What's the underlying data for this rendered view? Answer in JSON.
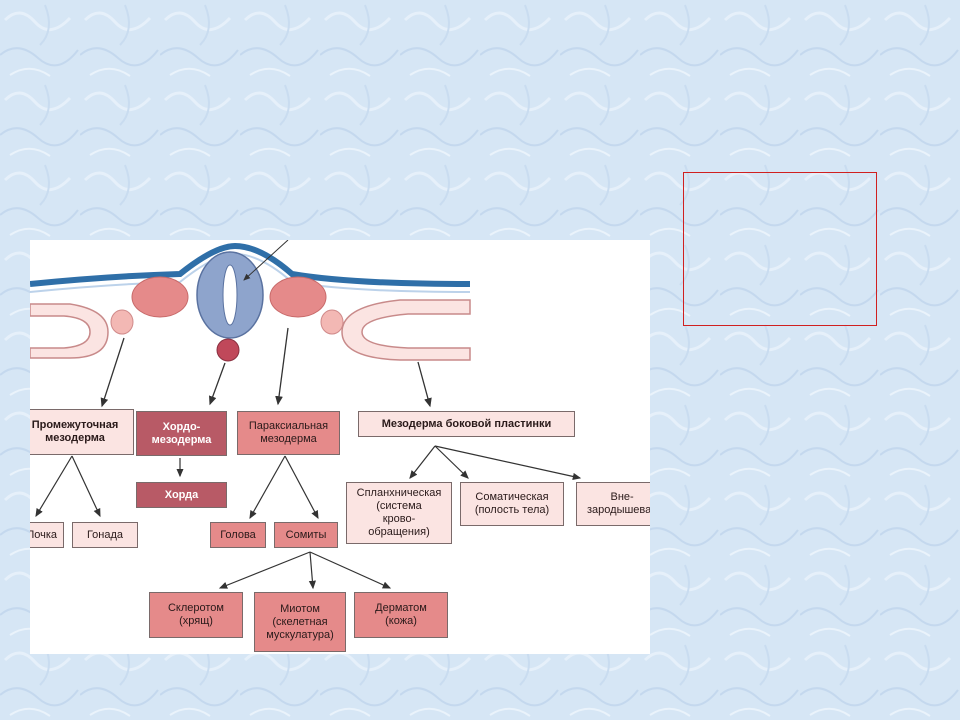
{
  "boxes": {
    "intermediate": "Промежуточная\nмезодерма",
    "chordo": "Хордо-\nмезодерма",
    "paraxial": "Параксиальная\nмезодерма",
    "lateral": "Мезодерма боковой пластинки",
    "kidney": "Почка",
    "gonad": "Гонада",
    "notochord": "Хорда",
    "head": "Голова",
    "somites": "Сомиты",
    "splanchnic": "Спланхническая\n(система\nкрово-\nобращения)",
    "somatic": "Соматическая\n(полость тела)",
    "extra": "Вне-\nзародышевая",
    "sclerotome": "Склеротом\n(хрящ)",
    "myotome": "Миотом\n(скелетная\nмускулатура)",
    "dermatome": "Дерматом\n(кожа)"
  },
  "colors": {
    "dark_box": "#b85a66",
    "mid_box": "#e58a8a",
    "light_box": "#fbe4e2",
    "neural_tube": "#8ea4cc",
    "ectoderm_line": "#2f6fa8",
    "frame": "#d02020",
    "background": "#d6e6f5"
  }
}
